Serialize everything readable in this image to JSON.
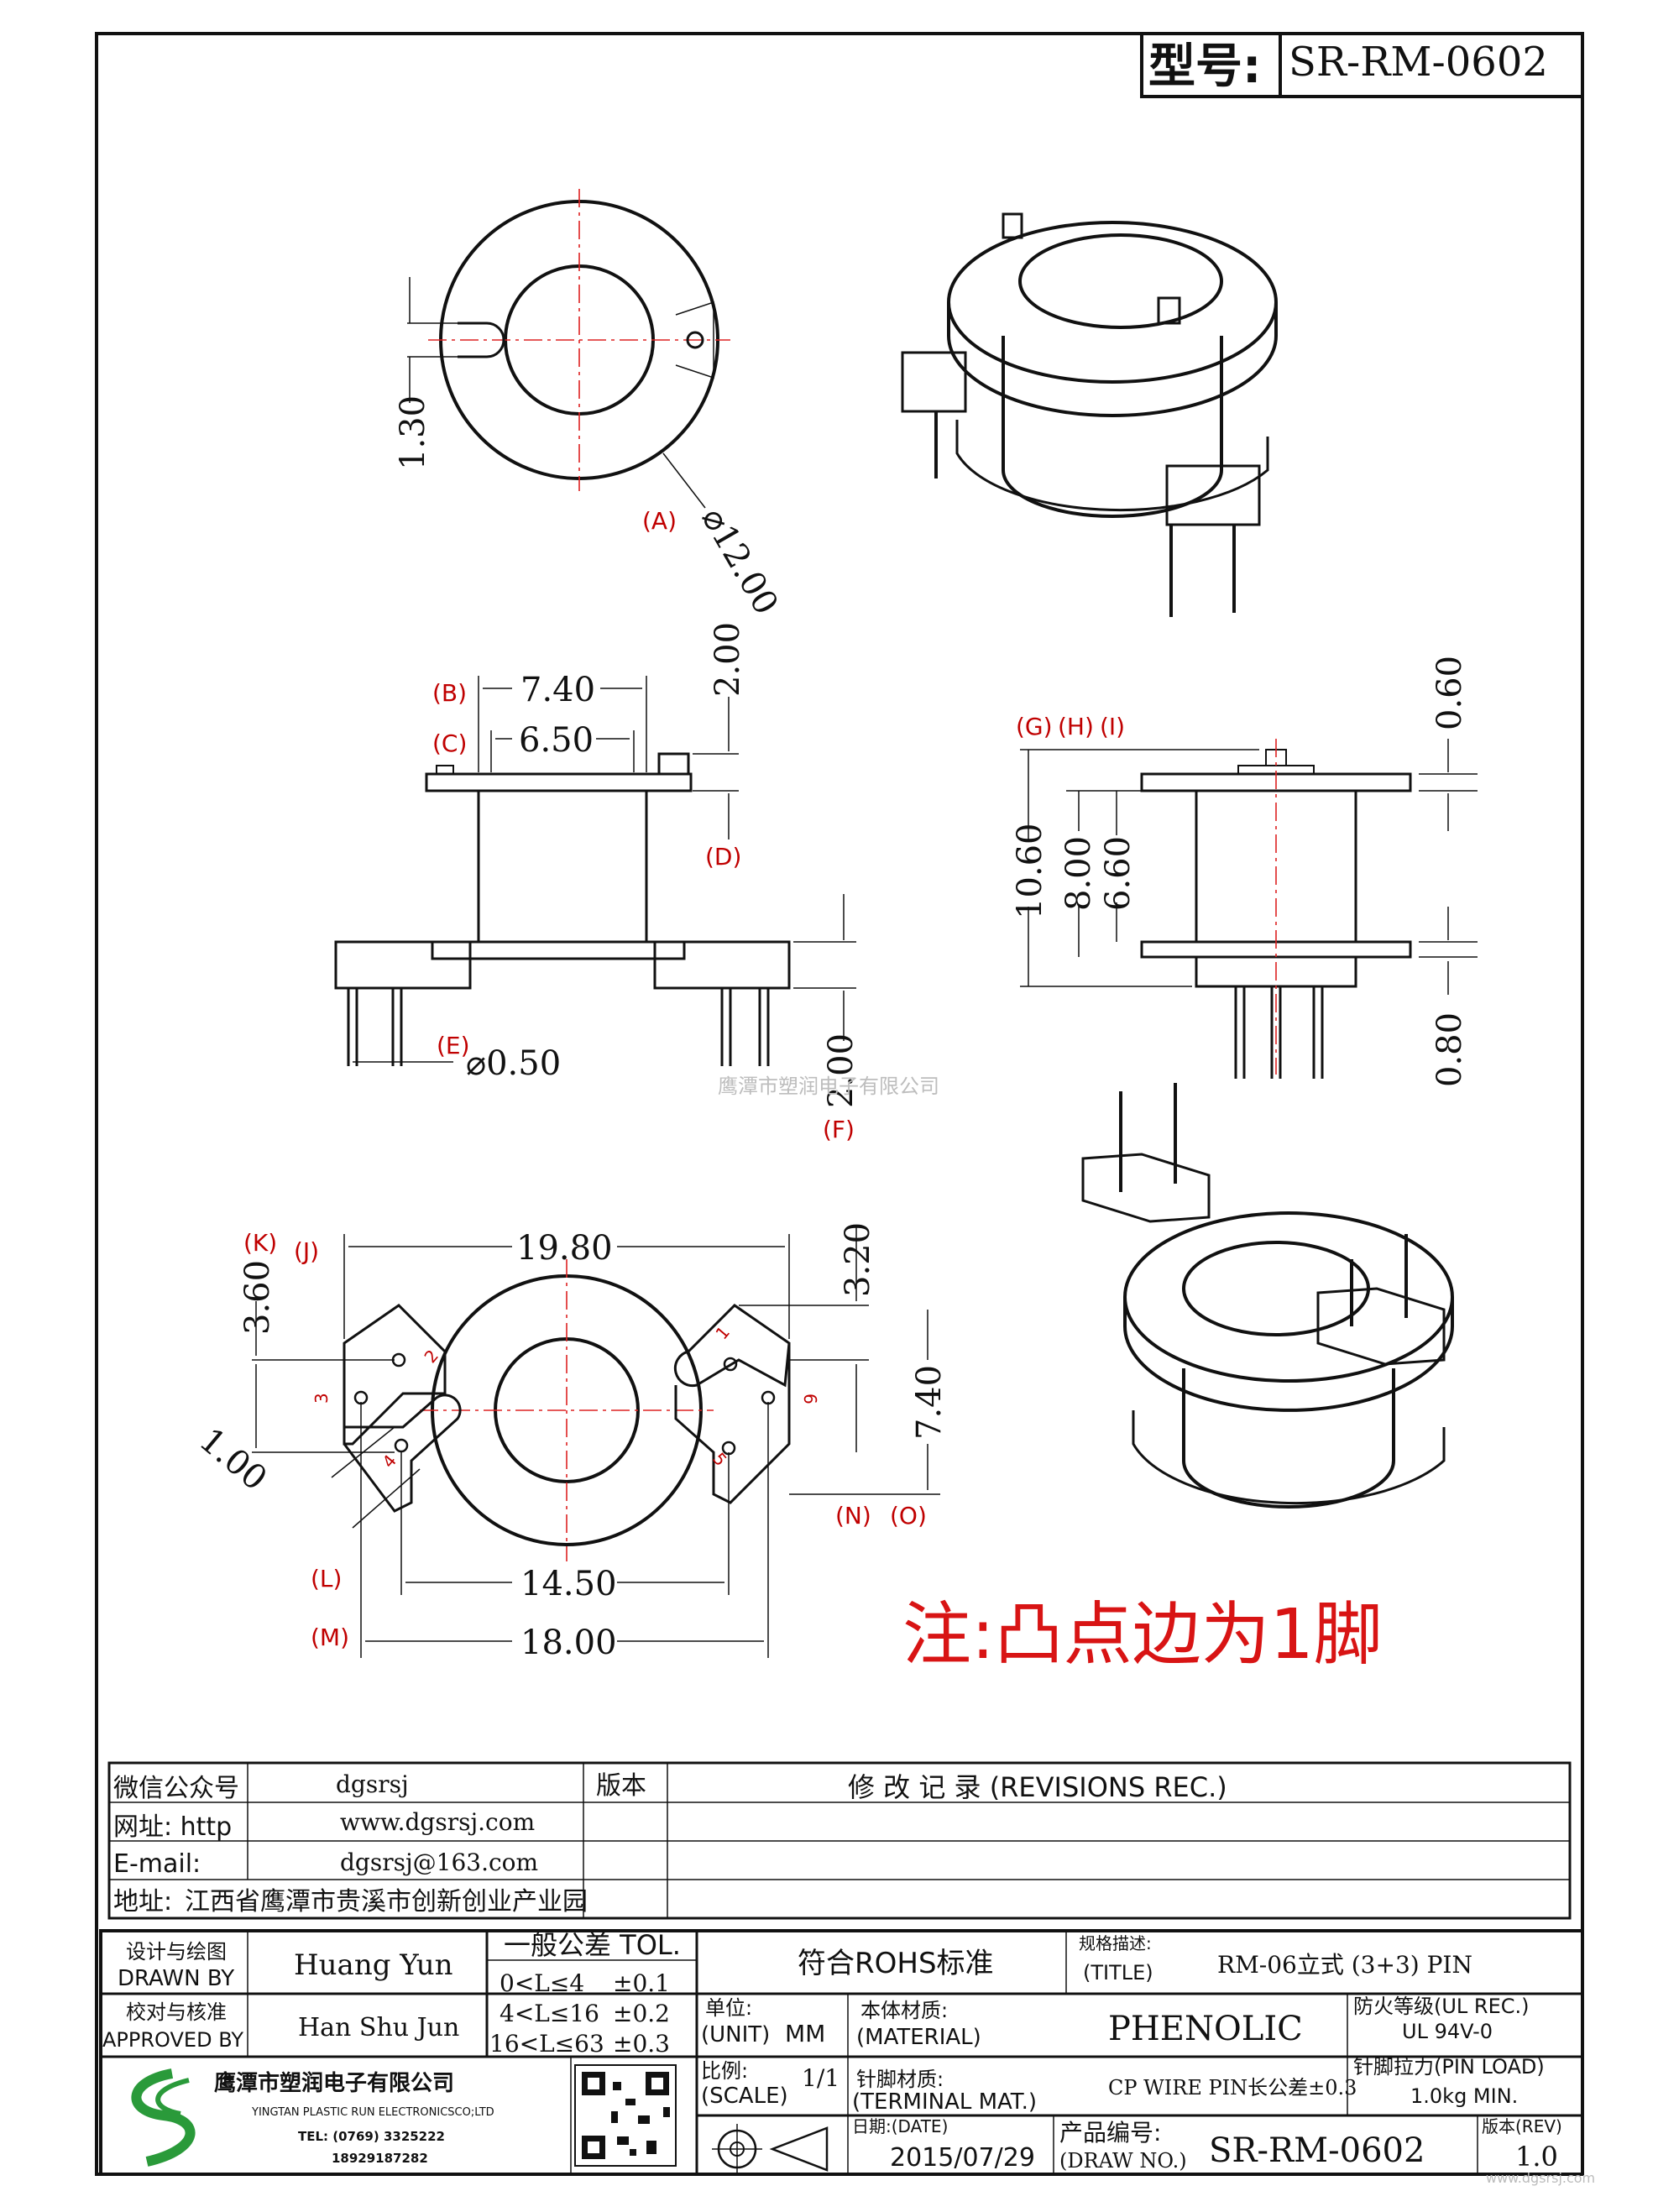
{
  "header": {
    "label": "型号:",
    "model": "SR-RM-0602"
  },
  "dims": {
    "v_1_30": "1.30",
    "d_12": "⌀12.00",
    "w_7_40": "7.40",
    "w_6_50": "6.50",
    "h_2_00a": "2.00",
    "pin_d": "⌀0.50",
    "h_2_00b": "2.00",
    "h_10_60": "10.60",
    "h_8_00": "8.00",
    "h_6_60": "6.60",
    "h_0_60": "0.60",
    "h_0_80": "0.80",
    "w_19_80": "19.80",
    "h_3_60": "3.60",
    "h_3_20": "3.20",
    "h_7_40": "7.40",
    "h_1_00": "1.00",
    "w_14_50": "14.50",
    "w_18_00": "18.00"
  },
  "refs": {
    "A": "(A)",
    "B": "(B)",
    "C": "(C)",
    "D": "(D)",
    "E": "(E)",
    "F": "(F)",
    "G": "(G)",
    "H": "(H)",
    "I": "(I)",
    "J": "(J)",
    "K": "(K)",
    "L": "(L)",
    "M": "(M)",
    "N": "(N)",
    "O": "(O)"
  },
  "pins": [
    "1",
    "2",
    "3",
    "4",
    "5",
    "6"
  ],
  "watermark": "鹰潭市塑润电子有限公司",
  "note": "注:凸点边为1脚",
  "contact": {
    "wechat_label": "微信公众号",
    "wechat": "dgsrsj",
    "web_label": "网址: http",
    "web": "www.dgsrsj.com",
    "email_label": "E-mail:",
    "email": "dgsrsj@163.com",
    "addr_label": "地址:",
    "addr": "江西省鹰潭市贵溪市创新创业产业园"
  },
  "rev": {
    "version": "版本",
    "title": "修 改 记 录  (REVISIONS REC.)"
  },
  "titleblock": {
    "designer_cn": "设计与绘图",
    "designer_en": "DRAWN BY",
    "designer": "Huang  Yun",
    "approver_cn": "校对与核准",
    "approver_en": "APPROVED BY",
    "approver": "Han Shu Jun",
    "tol_title": "一般公差  TOL.",
    "tol1": "0<L≤4",
    "tol1v": "±0.1",
    "tol2": "4<L≤16",
    "tol2v": "±0.2",
    "tol3": "16<L≤63",
    "tol3v": "±0.3",
    "rohs": "符合ROHS标准",
    "spec_cn": "规格描述:",
    "spec_en": "(TITLE)",
    "spec": "RM-06立式 (3+3) PIN",
    "unit_cn": "单位:",
    "unit_en": "(UNIT)",
    "unit": "MM",
    "mat_cn": "本体材质:",
    "mat_en": "(MATERIAL)",
    "mat": "PHENOLIC",
    "fire_cn": "防火等级(UL REC.)",
    "fire": "UL 94V-0",
    "scale_cn": "比例:",
    "scale_en": "(SCALE)",
    "scale": "1/1",
    "term_cn": "针脚材质:",
    "term_en": "(TERMINAL MAT.)",
    "term": "CP WIRE  PIN长公差±0.3",
    "load_cn": "针脚拉力(PIN LOAD)",
    "load": "1.0kg MIN.",
    "date_cn": "日期:(DATE)",
    "date": "2015/07/29",
    "pn_cn": "产品编号:",
    "pn_en": "(DRAW NO.)",
    "pn": "SR-RM-0602",
    "rev_cn": "版本(REV)",
    "rev": "1.0",
    "company_cn": "鹰潭市塑润电子有限公司",
    "company_en": "YINGTAN PLASTIC RUN ELECTRONICSCO;LTD",
    "tel": "TEL: (0769) 3325222",
    "mobile": "18929187282",
    "site": "www.dgsrsj.com"
  }
}
